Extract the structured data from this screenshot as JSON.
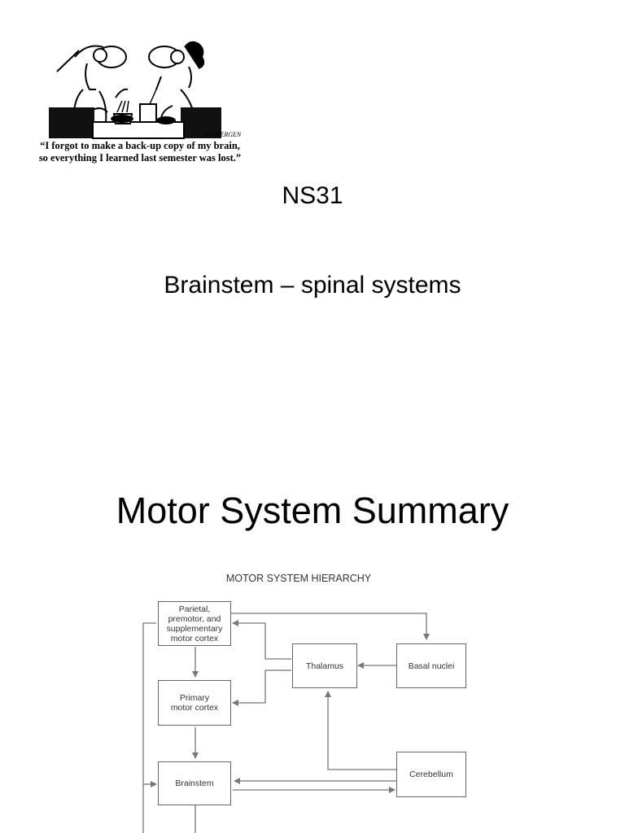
{
  "slide1": {
    "cartoon_caption_line1": "“I forgot to make a back-up copy of my brain,",
    "cartoon_caption_line2": "so everything I learned last semester was lost.”",
    "cartoon_signature": "BAGBERGEN",
    "course_code": "NS31",
    "topic": "Brainstem – spinal systems"
  },
  "slide2": {
    "title": "Motor System Summary",
    "diagram": {
      "title": "MOTOR SYSTEM HIERARCHY",
      "boxes": {
        "cortex_line1": "Parietal,",
        "cortex_line2": "premotor, and",
        "cortex_line3": "supplementary",
        "cortex_line4": "motor cortex",
        "primary_line1": "Primary",
        "primary_line2": "motor cortex",
        "thalamus": "Thalamus",
        "basal": "Basal nuclei",
        "brainstem": "Brainstem",
        "cerebellum": "Cerebellum"
      }
    }
  }
}
